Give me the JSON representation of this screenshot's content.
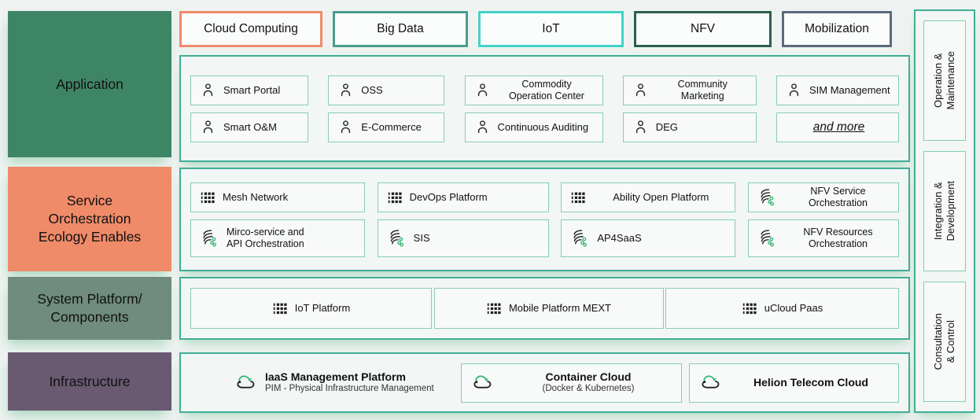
{
  "colors": {
    "background": "#eef3f1",
    "container_border": "#3fae96",
    "item_border": "#86ccb9",
    "accent_green": "#3cb878",
    "application_block": "#3e8566",
    "service_block": "#ef8b69",
    "system_block": "#6f8c7e",
    "infrastructure_block": "#695a72",
    "tab_cloud_computing_border": "#ef8b69",
    "tab_big_data_border": "#4a9c8c",
    "tab_iot_border": "#42d2c8",
    "tab_nfv_border": "#2c5f4e",
    "tab_mobilization_border": "#5b6b7c"
  },
  "left_rail": {
    "items": [
      {
        "label": "Application",
        "color": "#3e8566"
      },
      {
        "label": "Service\nOrchestration\nEcology Enables",
        "color": "#ef8b69"
      },
      {
        "label": "System Platform/\nComponents",
        "color": "#6f8c7e"
      },
      {
        "label": "Infrastructure",
        "color": "#695a72"
      }
    ]
  },
  "top_tabs": [
    {
      "label": "Cloud Computing",
      "border": "#ef8b69"
    },
    {
      "label": "Big Data",
      "border": "#4a9c8c"
    },
    {
      "label": "IoT",
      "border": "#42d2c8"
    },
    {
      "label": "NFV",
      "border": "#2c5f4e"
    },
    {
      "label": "Mobilization",
      "border": "#5b6b7c"
    }
  ],
  "sections": {
    "application": {
      "rows": [
        [
          {
            "icon": "person-icon",
            "label": "Smart Portal"
          },
          {
            "icon": "person-icon",
            "label": "OSS"
          },
          {
            "icon": "person-icon",
            "label": "Commodity\nOperation Center",
            "align": "center"
          },
          {
            "icon": "person-icon",
            "label": "Community\nMarketing",
            "align": "center"
          },
          {
            "icon": "person-icon",
            "label": "SIM Management"
          }
        ],
        [
          {
            "icon": "person-icon",
            "label": "Smart O&M"
          },
          {
            "icon": "person-icon",
            "label": "E-Commerce"
          },
          {
            "icon": "person-icon",
            "label": "Continuous Auditing"
          },
          {
            "icon": "person-icon",
            "label": "DEG"
          },
          {
            "label": "and more",
            "style": "more"
          }
        ]
      ]
    },
    "service": {
      "rows": [
        [
          {
            "icon": "grid-icon",
            "label": "Mesh Network"
          },
          {
            "icon": "grid-icon",
            "label": "DevOps Platform"
          },
          {
            "icon": "grid-icon",
            "label": "Ability Open Platform",
            "align": "center"
          },
          {
            "icon": "mesh-icon",
            "label": "NFV Service\nOrchestration",
            "align": "center"
          }
        ],
        [
          {
            "icon": "mesh-icon",
            "label": "Mirco-service and\nAPI Orchestration"
          },
          {
            "icon": "mesh-icon",
            "label": "SIS"
          },
          {
            "icon": "mesh-icon",
            "label": "AP4SaaS"
          },
          {
            "icon": "mesh-icon",
            "label": "NFV Resources\nOrchestration",
            "align": "center"
          }
        ]
      ]
    },
    "system": {
      "rows": [
        [
          {
            "icon": "grid-icon",
            "label": "IoT Platform"
          },
          {
            "icon": "grid-icon",
            "label": "Mobile Platform MEXT"
          },
          {
            "icon": "grid-icon",
            "label": "uCloud Paas"
          }
        ]
      ]
    },
    "infrastructure": {
      "items": [
        {
          "icon": "cloud-sync-icon",
          "label": "IaaS Management Platform",
          "sublabel": "PIM - Physical Infrastructure Management",
          "boxed": false
        },
        {
          "icon": "cloud-sync-icon",
          "label": "Container Cloud",
          "sublabel": "(Docker & Kubernetes)",
          "boxed": true
        },
        {
          "icon": "cloud-sync-icon",
          "label": "Helion Telecom Cloud",
          "boxed": true
        }
      ]
    }
  },
  "right_rail": {
    "items": [
      {
        "label": "Operation &\nMaintenance"
      },
      {
        "label": "Integration &\nDevelopment"
      },
      {
        "label": "Consultation & Control"
      }
    ]
  }
}
